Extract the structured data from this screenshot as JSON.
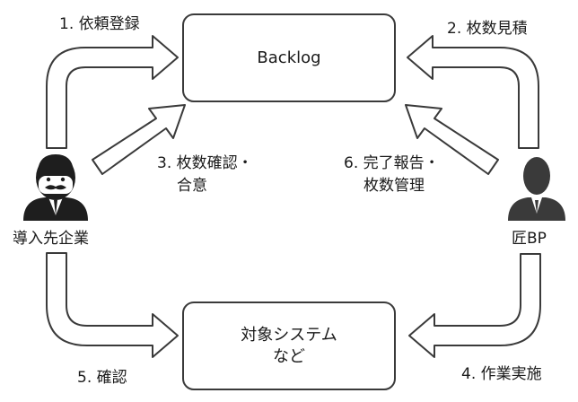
{
  "diagram": {
    "top_box": {
      "label": "Backlog"
    },
    "bottom_box": {
      "line1": "対象システム",
      "line2": "など"
    },
    "left_actor": {
      "label": "導入先企業",
      "icon": "businessman-mustache-icon"
    },
    "right_actor": {
      "label": "匠BP",
      "icon": "silhouette-person-icon"
    },
    "steps": {
      "s1": "1. 依頼登録",
      "s2": "2. 枚数見積",
      "s3_line1": "3. 枚数確認・",
      "s3_line2": "合意",
      "s4": "4. 作業実施",
      "s5": "5. 確認",
      "s6_line1": "6. 完了報告・",
      "s6_line2": "枚数管理"
    },
    "colors": {
      "stroke": "#3a3a3a",
      "fill": "#ffffff",
      "text": "#1a1a1a"
    }
  }
}
